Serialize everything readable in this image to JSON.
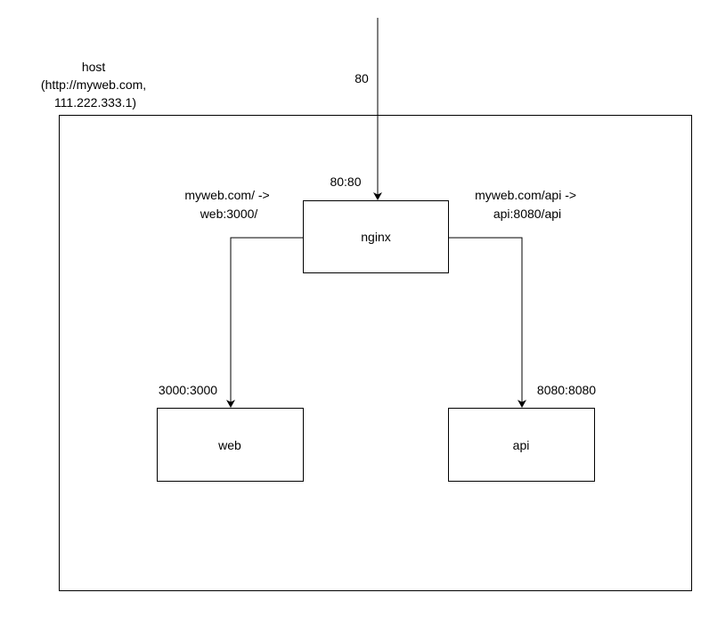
{
  "host": {
    "label_lines": [
      "host",
      "(http://myweb.com,",
      "111.222.333.1)"
    ]
  },
  "nodes": {
    "nginx": "nginx",
    "web": "web",
    "api": "api"
  },
  "edges": {
    "incoming_port": "80",
    "nginx_port_mapping": "80:80",
    "web_route_lines": [
      "myweb.com/ ->",
      "web:3000/"
    ],
    "api_route_lines": [
      "myweb.com/api ->",
      "api:8080/api"
    ],
    "web_port_mapping": "3000:3000",
    "api_port_mapping": "8080:8080"
  }
}
